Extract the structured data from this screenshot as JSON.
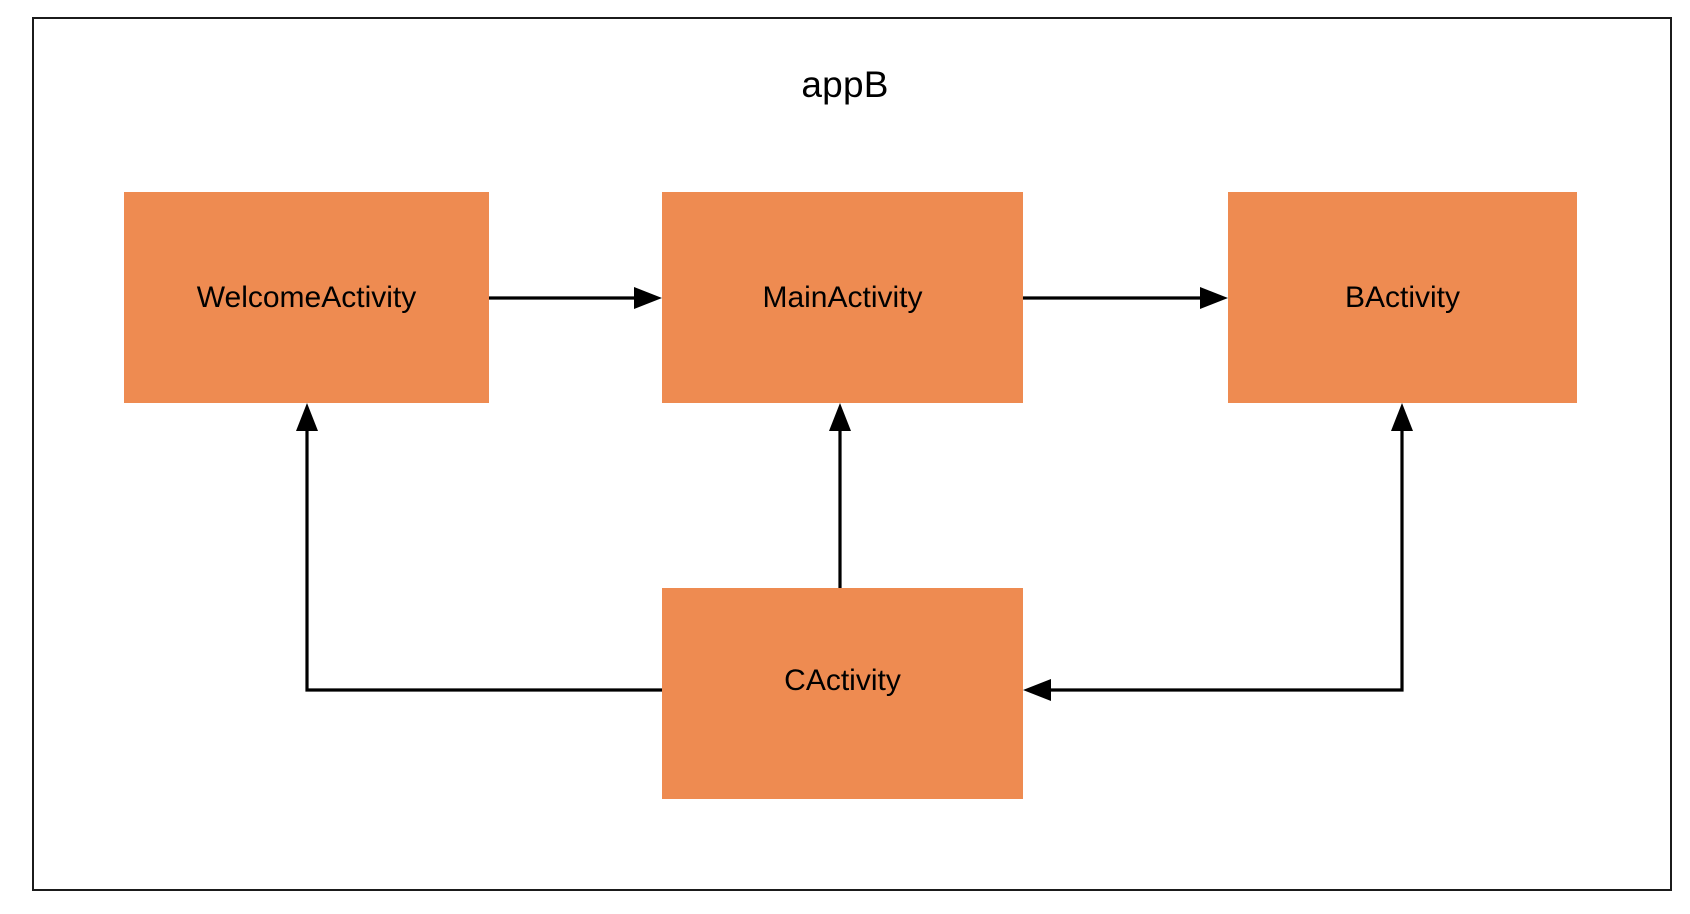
{
  "diagram": {
    "title": "appB",
    "type": "activity-navigation-graph",
    "frame": {
      "border_color": "#1b1b1b",
      "background": "#ffffff"
    },
    "node_fill": "#ee8b51",
    "node_text_color": "#000000",
    "edge_color": "#000000",
    "nodes": [
      {
        "id": "welcome",
        "label": "WelcomeActivity"
      },
      {
        "id": "main",
        "label": "MainActivity"
      },
      {
        "id": "b",
        "label": "BActivity"
      },
      {
        "id": "c",
        "label": "CActivity"
      }
    ],
    "edges": [
      {
        "from": "welcome",
        "to": "main",
        "direction": "right"
      },
      {
        "from": "main",
        "to": "b",
        "direction": "right"
      },
      {
        "from": "c",
        "to": "main",
        "direction": "up"
      },
      {
        "from": "c",
        "to": "welcome",
        "direction": "left-then-up"
      },
      {
        "from": "b",
        "to": "c",
        "direction": "down-then-left"
      }
    ]
  }
}
